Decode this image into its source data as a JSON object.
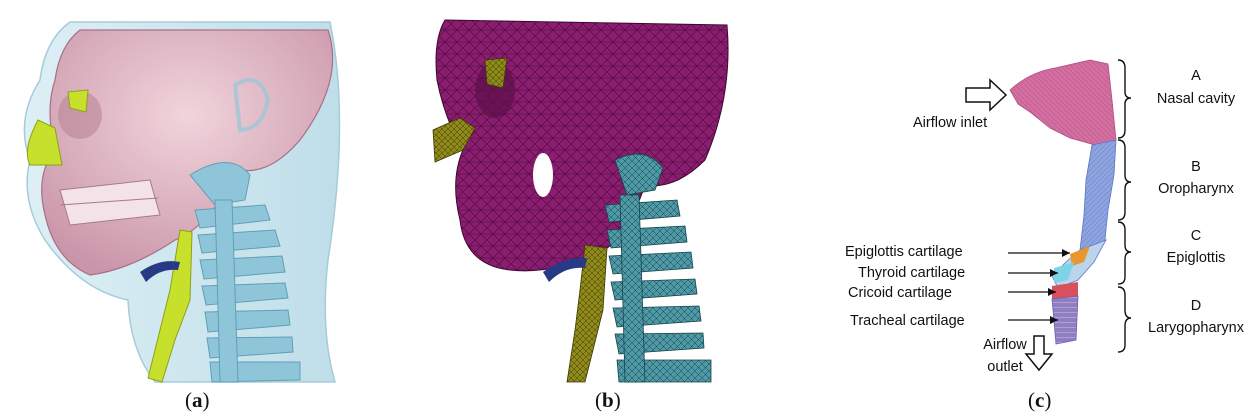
{
  "panels": {
    "a": {
      "caption_open": "(",
      "caption_letter": "a",
      "caption_close": ")"
    },
    "b": {
      "caption_open": "(",
      "caption_letter": "b",
      "caption_close": ")"
    },
    "c": {
      "caption_open": "(",
      "caption_letter": "c",
      "caption_close": ")"
    }
  },
  "diagram_c": {
    "inlet_label": "Airflow inlet",
    "outlet_label_line1": "Airflow",
    "outlet_label_line2": "outlet",
    "regions": [
      {
        "letter": "A",
        "name": "Nasal cavity"
      },
      {
        "letter": "B",
        "name": "Oropharynx"
      },
      {
        "letter": "C",
        "name": "Epiglottis"
      },
      {
        "letter": "D",
        "name": "Larygopharynx"
      }
    ],
    "cartilages": [
      {
        "label": "Epiglottis cartilage"
      },
      {
        "label": "Thyroid cartilage"
      },
      {
        "label": "Cricoid cartilage"
      },
      {
        "label": "Tracheal cartilage"
      }
    ]
  },
  "colors": {
    "skull_pink": "#e6bfcb",
    "skin_blue": "#cfe6ee",
    "spine_blue": "#8fc5d8",
    "airway_yellow": "#c6e02c",
    "epiglottis_navy": "#273a86",
    "mesh_magenta": "#8a1d6f",
    "mesh_cyan": "#4f99a6",
    "mesh_olive": "#8f8a1a",
    "nasal_pink": "#d36fa0",
    "oro_blue": "#8da4de",
    "cartilage_orange": "#e9962e",
    "cricoid_red": "#d8505c",
    "trachea_purple": "#8c80c4"
  }
}
